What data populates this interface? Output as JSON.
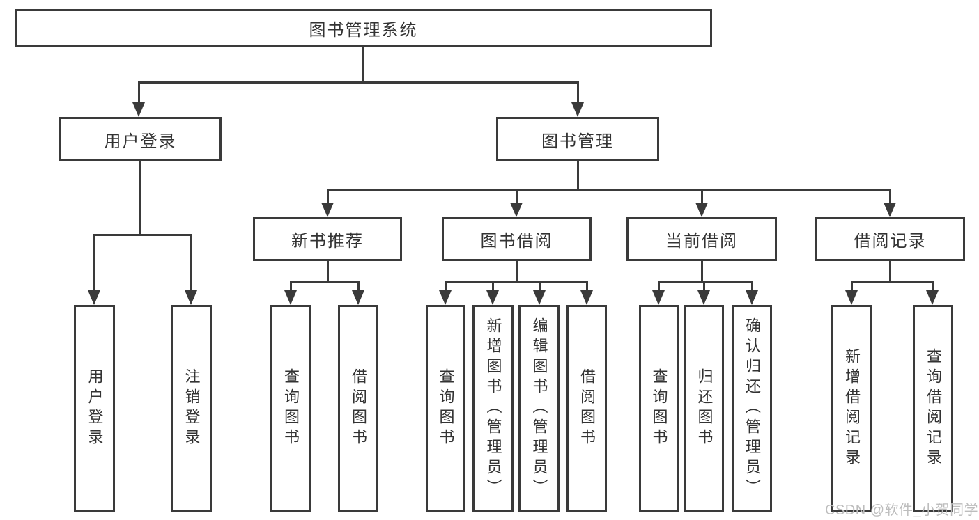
{
  "tree": {
    "label": "图书管理系统",
    "children": [
      {
        "label": "用户登录",
        "children": [
          {
            "label": "用户登录"
          },
          {
            "label": "注销登录"
          }
        ]
      },
      {
        "label": "图书管理",
        "children": [
          {
            "label": "新书推荐",
            "children": [
              {
                "label": "查询图书"
              },
              {
                "label": "借阅图书"
              }
            ]
          },
          {
            "label": "图书借阅",
            "children": [
              {
                "label": "查询图书"
              },
              {
                "label": "新增图书（管理员）"
              },
              {
                "label": "编辑图书（管理员）"
              },
              {
                "label": "借阅图书"
              }
            ]
          },
          {
            "label": "当前借阅",
            "children": [
              {
                "label": "查询图书"
              },
              {
                "label": "归还图书"
              },
              {
                "label": "确认归还（管理员）"
              }
            ]
          },
          {
            "label": "借阅记录",
            "children": [
              {
                "label": "新增借阅记录"
              },
              {
                "label": "查询借阅记录"
              }
            ]
          }
        ]
      }
    ]
  },
  "watermark": {
    "text": "CSDN @软件_小贺同学"
  },
  "colors": {
    "line": "#3a3a3a",
    "text": "#333333",
    "watermark": "#bdbdbd",
    "box_fill": "#ffffff",
    "background": "#ffffff"
  }
}
